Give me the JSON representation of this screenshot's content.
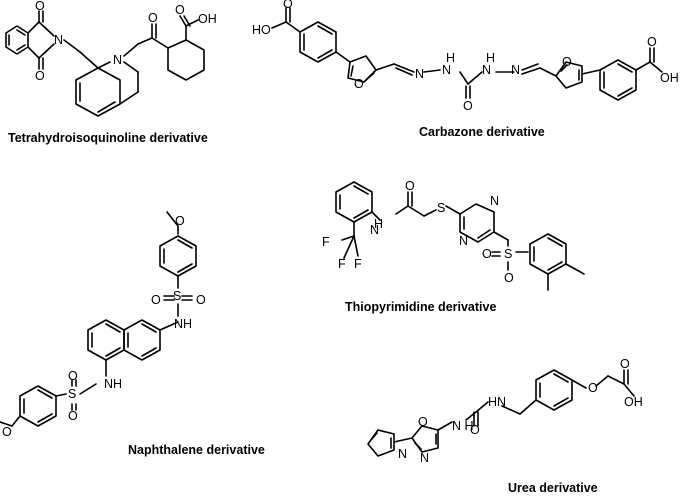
{
  "captions": {
    "thiq": "Tetrahydroisoquinoline derivative",
    "carbazone": "Carbazone derivative",
    "naphthalene": "Naphthalene derivative",
    "thiopyrimidine": "Thiopyrimidine derivative",
    "urea": "Urea derivative"
  },
  "atoms": {
    "O": "O",
    "N": "N",
    "S": "S",
    "F": "F",
    "OH": "OH",
    "HO": "HO",
    "NH": "NH",
    "H": "H",
    "HN": "HN",
    "N_H": "N H"
  }
}
